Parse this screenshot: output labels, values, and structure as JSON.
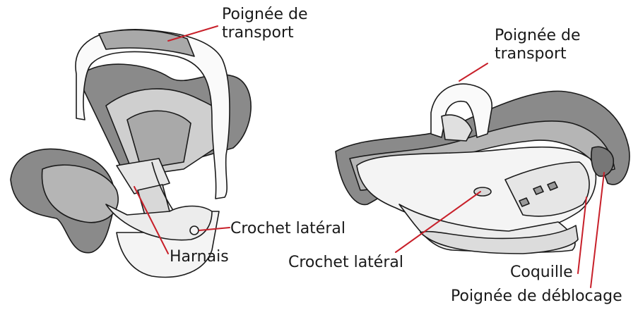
{
  "labels": {
    "left_handle": "Poignée de\ntransport",
    "left_side_hook": "Crochet latéral",
    "left_harness": "Harnais",
    "right_handle": "Poignée de\ntransport",
    "right_side_hook": "Crochet latéral",
    "right_shell": "Coquille",
    "right_release": "Poignée de déblocage"
  },
  "colors": {
    "leader_line": "#c8202a",
    "outline": "#1a1a1a",
    "fabric_dark": "#8a8a8a",
    "fabric_mid": "#a9a9a9",
    "fabric_light": "#cfcfcf",
    "shell": "#f4f4f4"
  }
}
